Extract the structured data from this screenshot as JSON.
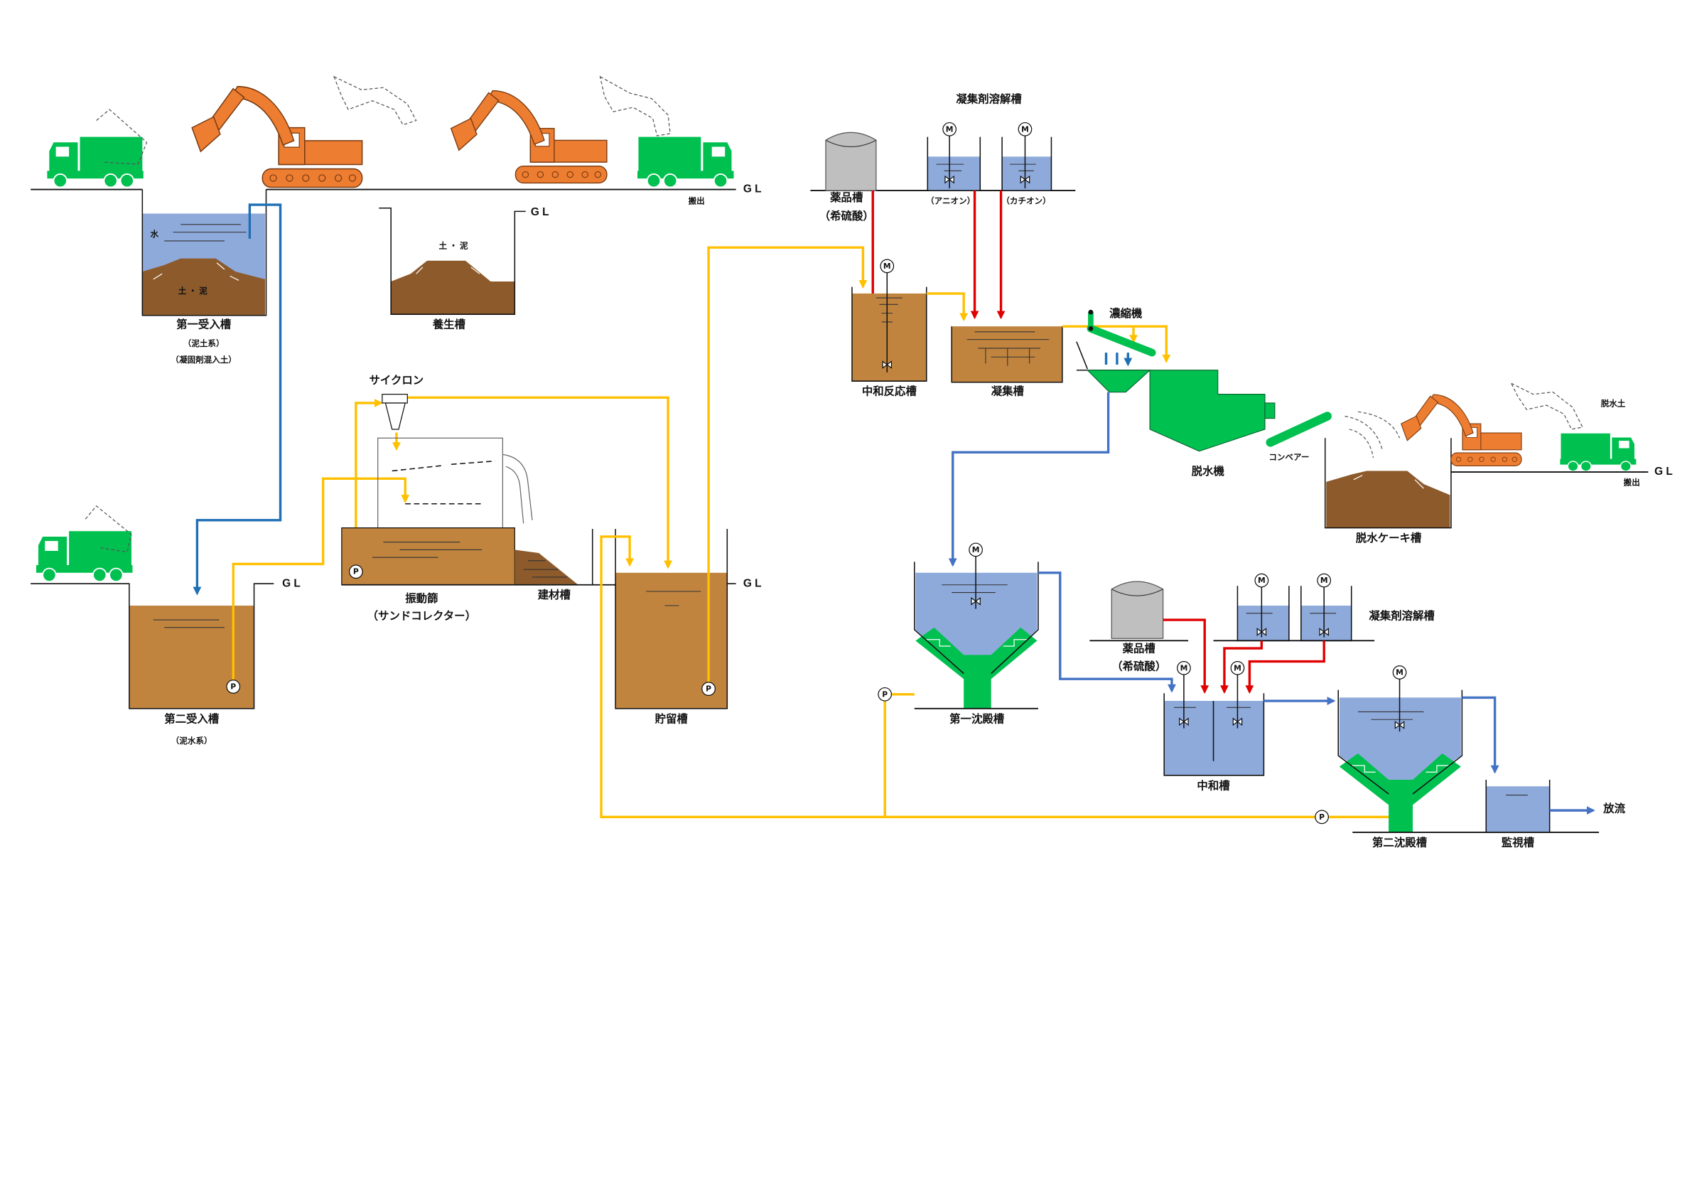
{
  "diagram": {
    "ground_level": "G L",
    "carry_out": "搬出",
    "symbols": {
      "motor": "M",
      "pump": "P"
    },
    "first_receiving_tank": {
      "name": "第一受入槽",
      "type": "（泥土系）",
      "note": "（凝固剤混入土）",
      "water_label": "水",
      "soil_label": "土 ・ 泥"
    },
    "curing_tank": {
      "name": "養生槽",
      "soil_label": "土 ・ 泥"
    },
    "second_receiving_tank": {
      "name": "第二受入槽",
      "type": "（泥水系）"
    },
    "cyclone": "サイクロン",
    "vibrating_screen": {
      "name": "振動篩",
      "note": "（サンドコレクター）"
    },
    "building_material_tank": "建材槽",
    "storage_tank": "貯留槽",
    "chemical_tank_upper": {
      "name": "薬品槽",
      "content": "（希硫酸）"
    },
    "coagulant_dissolving_upper": {
      "name": "凝集剤溶解槽",
      "anion": "（アニオン）",
      "cation": "（カチオン）"
    },
    "neutralization_reaction_tank": "中和反応槽",
    "coagulation_tank": "凝集槽",
    "thickener": "濃縮機",
    "dewatering_machine": "脱水機",
    "conveyor": "コンベアー",
    "dewatered_cake_tank": "脱水ケーキ槽",
    "dewatered_soil": "脱水土",
    "first_settling_tank": "第一沈殿槽",
    "chemical_tank_lower": {
      "name": "薬品槽",
      "content": "（希硫酸）"
    },
    "coagulant_dissolving_lower": "凝集剤溶解槽",
    "neutralization_tank": "中和槽",
    "second_settling_tank": "第二沈殿槽",
    "monitoring_tank": "監視槽",
    "discharge": "放流"
  },
  "colors": {
    "water": "#8eaadb",
    "slurry": "#c0843f",
    "soil": "#8c5a2b",
    "yellow": "#ffc000",
    "red": "#e00000",
    "blue": "#4472c4",
    "blue_dark": "#1f6fb5",
    "green": "#00c050",
    "orange": "#ed7d31",
    "drum": "#bfbfbf"
  }
}
